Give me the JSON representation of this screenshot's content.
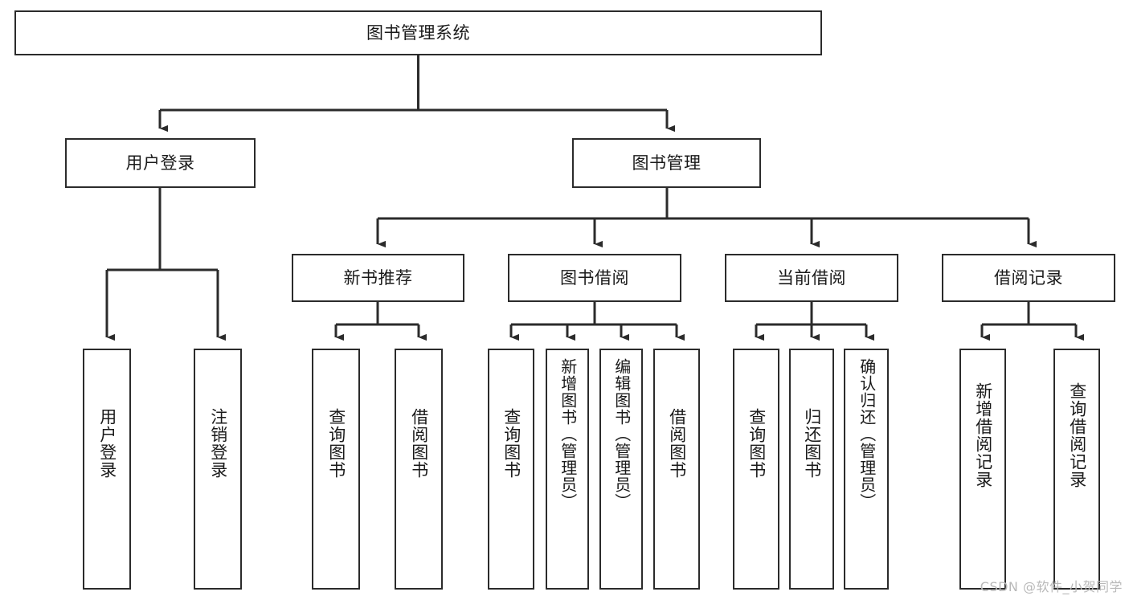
{
  "diagram": {
    "title": "图书管理系统",
    "watermark": "CSDN @软件_小贺同学",
    "colors": {
      "stroke": "#2b2b2b",
      "fill": "#ffffff",
      "text": "#1a1a1a",
      "watermark": "#b9b9b9"
    },
    "root": {
      "label": "图书管理系统"
    },
    "level2": [
      {
        "label": "用户登录"
      },
      {
        "label": "图书管理"
      }
    ],
    "level3": [
      {
        "label": "新书推荐"
      },
      {
        "label": "图书借阅"
      },
      {
        "label": "当前借阅"
      },
      {
        "label": "借阅记录"
      }
    ],
    "leaves_user_login": [
      {
        "label": "用户登录"
      },
      {
        "label": "注销登录"
      }
    ],
    "leaves_new_books": [
      {
        "label": "查询图书"
      },
      {
        "label": "借阅图书"
      }
    ],
    "leaves_borrow": [
      {
        "label": "查询图书"
      },
      {
        "label": "新增图书（管理员）"
      },
      {
        "label": "编辑图书（管理员）"
      },
      {
        "label": "借阅图书"
      }
    ],
    "leaves_current": [
      {
        "label": "查询图书"
      },
      {
        "label": "归还图书"
      },
      {
        "label": "确认归还（管理员）"
      }
    ],
    "leaves_records": [
      {
        "label": "新增借阅记录"
      },
      {
        "label": "查询借阅记录"
      }
    ]
  }
}
